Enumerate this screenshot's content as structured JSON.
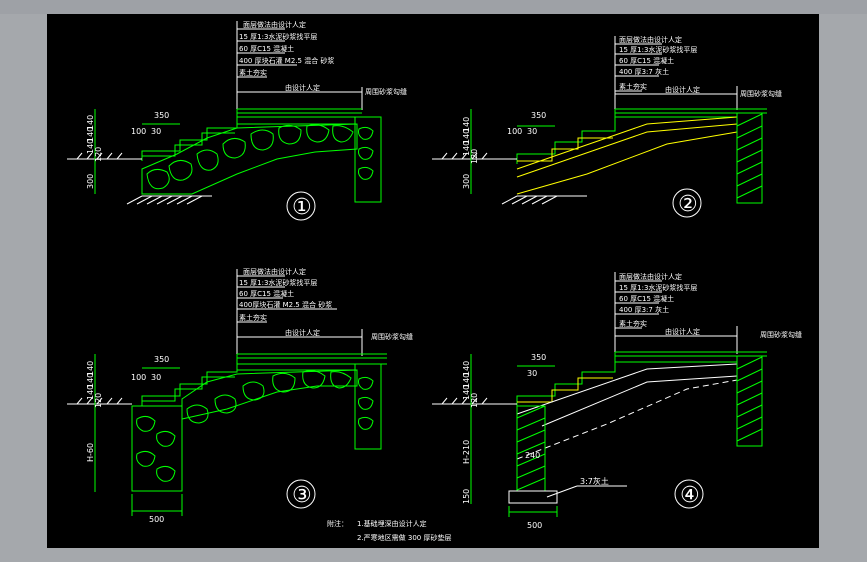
{
  "window": {
    "bg_color": "#a5a8ac",
    "canvas_color": "#000000"
  },
  "colors": {
    "green": "#00ff00",
    "yellow": "#ffff00",
    "white": "#ffffff"
  },
  "details": [
    {
      "number": "①",
      "notes": [
        "面层做法由设计人定",
        "15 厚1:3水泥砂浆找平层",
        "60 厚C15 混凝土",
        "400   厚块石灌   M2.5   混合  砂浆",
        "素土夯实"
      ],
      "span_label": "由设计人定",
      "edge_label": "周围砂浆勾缝",
      "dims_v": [
        "140",
        "140",
        "140",
        "120",
        "300"
      ],
      "dims_h": [
        "350",
        "100",
        "30"
      ]
    },
    {
      "number": "②",
      "notes": [
        "面层做法由设计人定",
        "15 厚1:3水泥砂浆找平层",
        "60 厚C15 混凝土",
        "400 厚3:7 灰土",
        "素土夯实"
      ],
      "span_label": "由设计人定",
      "edge_label": "周围砂浆勾缝",
      "dims_v": [
        "140",
        "140",
        "140",
        "120",
        "300"
      ],
      "dims_h": [
        "350",
        "100",
        "30"
      ]
    },
    {
      "number": "③",
      "notes": [
        "面层做法由设计人定",
        "15 厚1:3水泥砂浆找平层",
        "60 厚C15 混凝土",
        "400厚块石灌 M2.5 混合 砂浆",
        "素土夯实"
      ],
      "span_label": "由设计人定",
      "edge_label": "周围砂浆勾缝",
      "dims_v": [
        "140",
        "140",
        "140",
        "120",
        "H-60"
      ],
      "dims_h": [
        "350",
        "100",
        "30"
      ],
      "dim_bottom": "500"
    },
    {
      "number": "④",
      "notes": [
        "面层做法由设计人定",
        "15 厚1:3水泥砂浆找平层",
        "60 厚C15 混凝土",
        "400 厚3:7 灰土",
        "素土夯实"
      ],
      "span_label": "由设计人定",
      "edge_label": "周围砂浆勾缝",
      "dims_v": [
        "140",
        "140",
        "140",
        "120",
        "H-210",
        "150"
      ],
      "dims_h": [
        "350",
        "30"
      ],
      "dim_mid": "240",
      "dim_bottom": "500",
      "callout": "3:7灰土"
    }
  ],
  "footnote": {
    "label": "附注：",
    "line1": "1.基础埋深由设计人定",
    "line2": "2.严寒地区需做 300  厚砂垫层"
  }
}
